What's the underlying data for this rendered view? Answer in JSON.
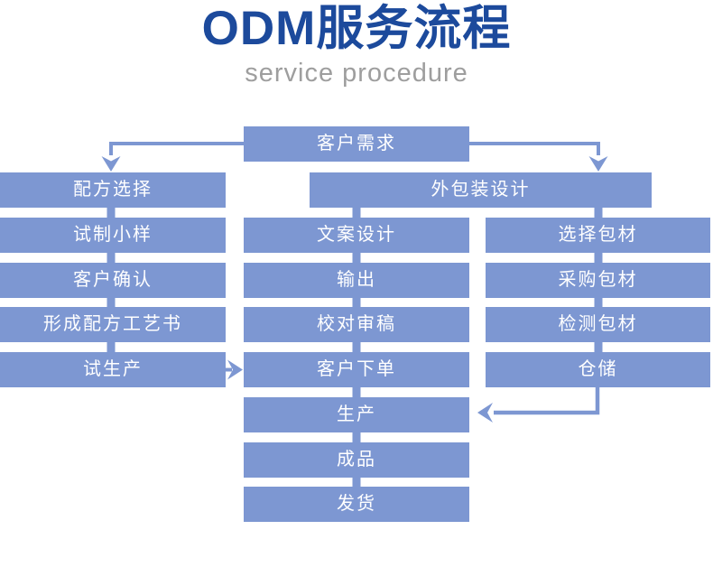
{
  "header": {
    "title": "ODM服务流程",
    "subtitle": "service procedure"
  },
  "colors": {
    "title_text": "#1c4a9c",
    "subtitle_text": "#9e9e9e",
    "node_fill": "#7d97d2",
    "node_text": "#ffffff",
    "connector": "#7d97d2",
    "background": "#ffffff"
  },
  "flow": {
    "nodes": [
      {
        "id": "customer-needs",
        "label": "客户需求"
      },
      {
        "id": "formula-selection",
        "label": "配方选择"
      },
      {
        "id": "outer-packaging-design",
        "label": "外包装设计"
      },
      {
        "id": "trial-sample",
        "label": "试制小样"
      },
      {
        "id": "copy-design",
        "label": "文案设计"
      },
      {
        "id": "select-packaging",
        "label": "选择包材"
      },
      {
        "id": "customer-confirm",
        "label": "客户确认"
      },
      {
        "id": "output",
        "label": "输出"
      },
      {
        "id": "purchase-packaging",
        "label": "采购包材"
      },
      {
        "id": "formula-process-book",
        "label": "形成配方工艺书"
      },
      {
        "id": "proofread-review",
        "label": "校对审稿"
      },
      {
        "id": "inspect-packaging",
        "label": "检测包材"
      },
      {
        "id": "trial-production",
        "label": "试生产"
      },
      {
        "id": "customer-order",
        "label": "客户下单"
      },
      {
        "id": "warehousing",
        "label": "仓储"
      },
      {
        "id": "production",
        "label": "生产"
      },
      {
        "id": "finished-product",
        "label": "成品"
      },
      {
        "id": "shipping",
        "label": "发货"
      }
    ],
    "connectors": [
      {
        "from": "customer-needs",
        "to": "formula-selection",
        "type": "elbow-arrow-down"
      },
      {
        "from": "customer-needs",
        "to": "outer-packaging-design",
        "type": "elbow-arrow-down"
      },
      {
        "from": "formula-selection",
        "to": "trial-sample",
        "type": "bar"
      },
      {
        "from": "trial-sample",
        "to": "customer-confirm",
        "type": "bar"
      },
      {
        "from": "customer-confirm",
        "to": "formula-process-book",
        "type": "bar"
      },
      {
        "from": "formula-process-book",
        "to": "trial-production",
        "type": "bar"
      },
      {
        "from": "trial-production",
        "to": "customer-order",
        "type": "arrow-right"
      },
      {
        "from": "outer-packaging-design",
        "to": "copy-design",
        "type": "bar"
      },
      {
        "from": "copy-design",
        "to": "output",
        "type": "bar"
      },
      {
        "from": "output",
        "to": "proofread-review",
        "type": "bar"
      },
      {
        "from": "proofread-review",
        "to": "customer-order",
        "type": "bar"
      },
      {
        "from": "customer-order",
        "to": "production",
        "type": "bar"
      },
      {
        "from": "production",
        "to": "finished-product",
        "type": "bar"
      },
      {
        "from": "finished-product",
        "to": "shipping",
        "type": "bar"
      },
      {
        "from": "outer-packaging-design",
        "to": "select-packaging",
        "type": "bar"
      },
      {
        "from": "select-packaging",
        "to": "purchase-packaging",
        "type": "bar"
      },
      {
        "from": "purchase-packaging",
        "to": "inspect-packaging",
        "type": "bar"
      },
      {
        "from": "inspect-packaging",
        "to": "warehousing",
        "type": "bar"
      },
      {
        "from": "warehousing",
        "to": "production",
        "type": "elbow-arrow-left"
      }
    ]
  }
}
